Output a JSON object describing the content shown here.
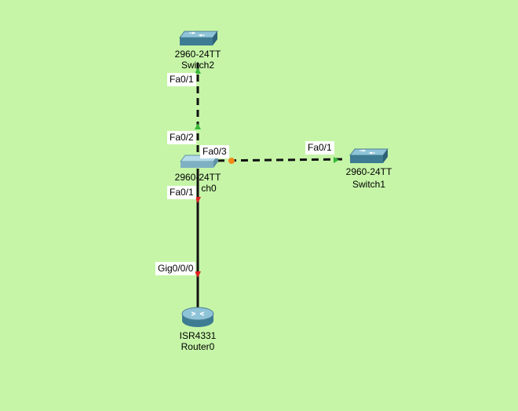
{
  "workspace": {
    "background": "#c6f5a8"
  },
  "devices": {
    "switch2": {
      "model": "2960-24TT",
      "name": "Switch2",
      "icon": "switch-icon"
    },
    "switch0": {
      "model": "2960-24TT",
      "name": "ch0",
      "icon": "switch-icon"
    },
    "switch1": {
      "model": "2960-24TT",
      "name": "Switch1",
      "icon": "switch-icon"
    },
    "router0": {
      "model": "ISR4331",
      "name": "Router0",
      "icon": "router-icon"
    }
  },
  "ports": {
    "switch2_fa01": "Fa0/1",
    "switch0_fa02": "Fa0/2",
    "switch0_fa03": "Fa0/3",
    "switch1_fa01": "Fa0/1",
    "switch0_fa01": "Fa0/1",
    "router0_gig000": "Gig0/0/0"
  },
  "link_colors": {
    "up": "#38b83a",
    "down": "#e02020",
    "blocking": "#f08a1a",
    "cable": "#111111"
  }
}
